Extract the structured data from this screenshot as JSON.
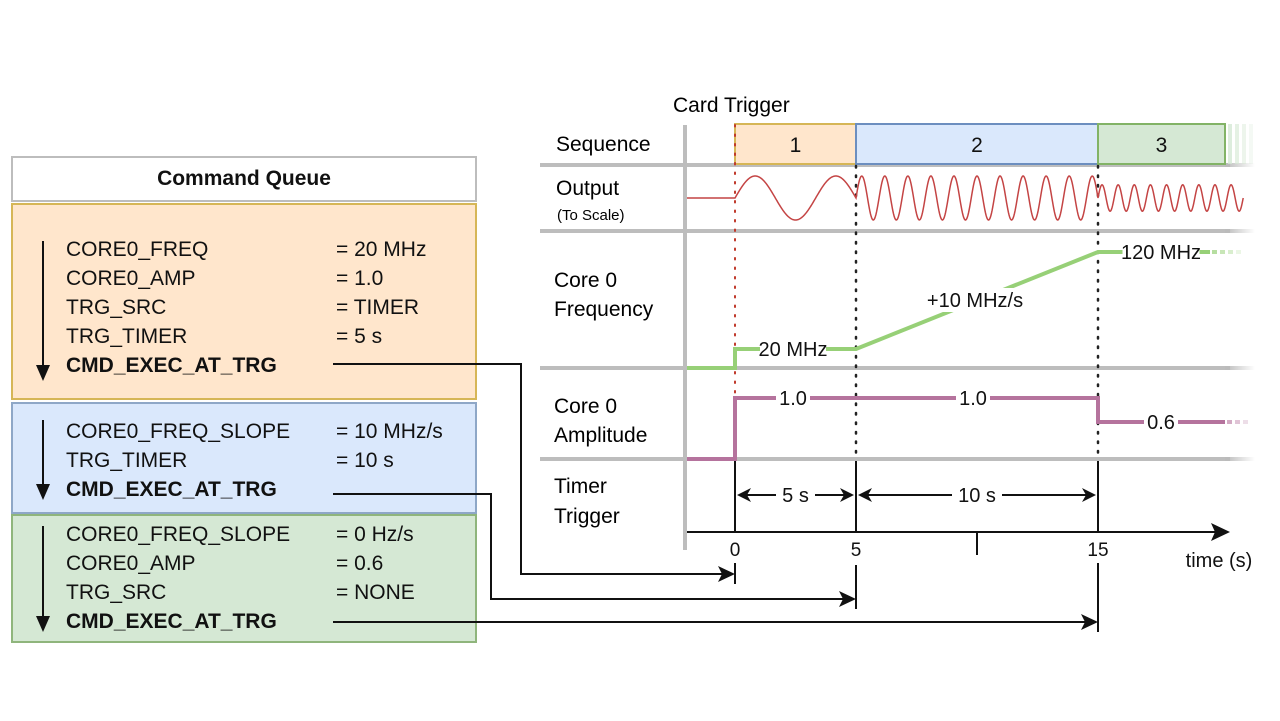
{
  "command_queue": {
    "title": "Command Queue",
    "colors": {
      "block1_fill": "#ffe6cc",
      "block1_border": "#d6b656",
      "block2_fill": "#dae8fc",
      "block2_border": "#8ea7c7",
      "block3_fill": "#d5e8d4",
      "block3_border": "#8fb57c"
    },
    "blocks": [
      {
        "commands": [
          {
            "name": "CORE0_FREQ",
            "value": "= 20 MHz"
          },
          {
            "name": "CORE0_AMP",
            "value": "= 1.0"
          },
          {
            "name": "TRG_SRC",
            "value": "= TIMER"
          },
          {
            "name": "TRG_TIMER",
            "value": "= 5 s"
          },
          {
            "name": "CMD_EXEC_AT_TRG",
            "value": ""
          }
        ]
      },
      {
        "commands": [
          {
            "name": "CORE0_FREQ_SLOPE",
            "value": "= 10 MHz/s"
          },
          {
            "name": "TRG_TIMER",
            "value": "= 10 s"
          },
          {
            "name": "CMD_EXEC_AT_TRG",
            "value": ""
          }
        ]
      },
      {
        "commands": [
          {
            "name": "CORE0_FREQ_SLOPE",
            "value": "= 0 Hz/s"
          },
          {
            "name": "CORE0_AMP",
            "value": "= 0.6"
          },
          {
            "name": "TRG_SRC",
            "value": "= NONE"
          },
          {
            "name": "CMD_EXEC_AT_TRG",
            "value": ""
          }
        ]
      }
    ]
  },
  "timing": {
    "card_trigger_label": "Card Trigger",
    "rows": {
      "sequence": "Sequence",
      "output": "Output",
      "output_note": "(To Scale)",
      "freq_line1": "Core 0",
      "freq_line2": "Frequency",
      "amp_line1": "Core 0",
      "amp_line2": "Amplitude",
      "timer_line1": "Timer",
      "timer_line2": "Trigger"
    },
    "sequence_segments": [
      {
        "label": "1",
        "start": 0,
        "end": 5,
        "fill": "#ffe6cc",
        "border": "#d6b656"
      },
      {
        "label": "2",
        "start": 5,
        "end": 15,
        "fill": "#dae8fc",
        "border": "#6c8ebf"
      },
      {
        "label": "3",
        "start": 15,
        "end": 22,
        "fill": "#d5e8d4",
        "border": "#82b366"
      }
    ],
    "frequency": {
      "color": "#97d077",
      "labels": {
        "start": "20 MHz",
        "slope": "+10 MHz/s",
        "end": "120 MHz"
      },
      "points_mhz": [
        [
          -5,
          0
        ],
        [
          0,
          0
        ],
        [
          0,
          20
        ],
        [
          5,
          20
        ],
        [
          15,
          120
        ],
        [
          22,
          120
        ]
      ]
    },
    "amplitude": {
      "color": "#b5739d",
      "labels": {
        "seg1": "1.0",
        "seg2": "1.0",
        "seg3": "0.6"
      },
      "points": [
        [
          -5,
          0
        ],
        [
          0,
          0
        ],
        [
          0,
          1.0
        ],
        [
          15,
          1.0
        ],
        [
          15,
          0.6
        ],
        [
          22,
          0.6
        ]
      ]
    },
    "output_wave": {
      "color": "#c44444",
      "segments": [
        {
          "start": 0,
          "end": 5,
          "amplitude": 1.0,
          "cycles": 1.5
        },
        {
          "start": 5,
          "end": 15,
          "amplitude": 1.0,
          "cycles": 10.5
        },
        {
          "start": 15,
          "end": 21,
          "amplitude": 0.6,
          "cycles": 9
        }
      ]
    },
    "timer_intervals": [
      {
        "label": "5 s",
        "start": 0,
        "end": 5
      },
      {
        "label": "10 s",
        "start": 5,
        "end": 15
      }
    ],
    "axis": {
      "label": "time (s)",
      "ticks": [
        {
          "value": 0,
          "label": "0"
        },
        {
          "value": 5,
          "label": "5"
        },
        {
          "value": 10,
          "label": ""
        },
        {
          "value": 15,
          "label": "15"
        }
      ]
    }
  }
}
